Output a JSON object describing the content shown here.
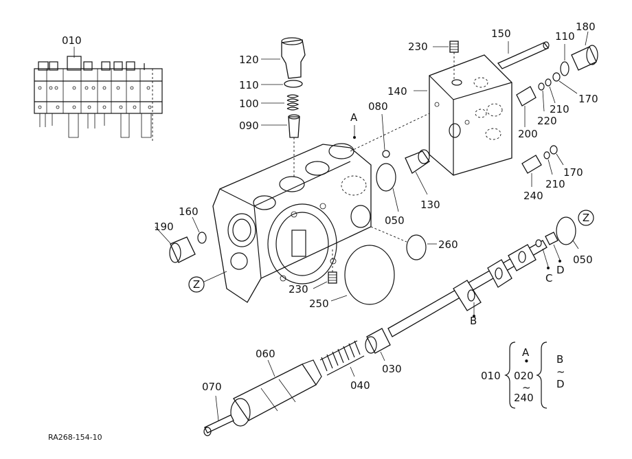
{
  "drawing_code": "RA268-154-10",
  "callouts": {
    "c010_top": "010",
    "c120": "120",
    "c110_left": "110",
    "c100": "100",
    "c090": "090",
    "c080": "080",
    "cA": "A",
    "c230_top": "230",
    "c150": "150",
    "c110_right": "110",
    "c180": "180",
    "c140": "140",
    "c170_top": "170",
    "c210_top": "210",
    "c220": "220",
    "c200": "200",
    "c170_mid": "170",
    "c210_mid": "210",
    "c240": "240",
    "c130": "130",
    "c050_left": "050",
    "c160": "160",
    "c190": "190",
    "cZ_left": "Z",
    "c260": "260",
    "c230_bottom": "230",
    "c250": "250",
    "cZ_right": "Z",
    "c050_right": "050",
    "cC": "C",
    "cD": "D",
    "cB": "B",
    "c060": "060",
    "c030": "030",
    "c040": "040",
    "c070": "070"
  },
  "legend": {
    "assembly": "010",
    "group1_top": "A",
    "group1_dot": "•",
    "group1_start": "020",
    "group1_tilde": "~",
    "group1_end": "240",
    "group2_top": "B",
    "group2_tilde": "~",
    "group2_end": "D"
  }
}
